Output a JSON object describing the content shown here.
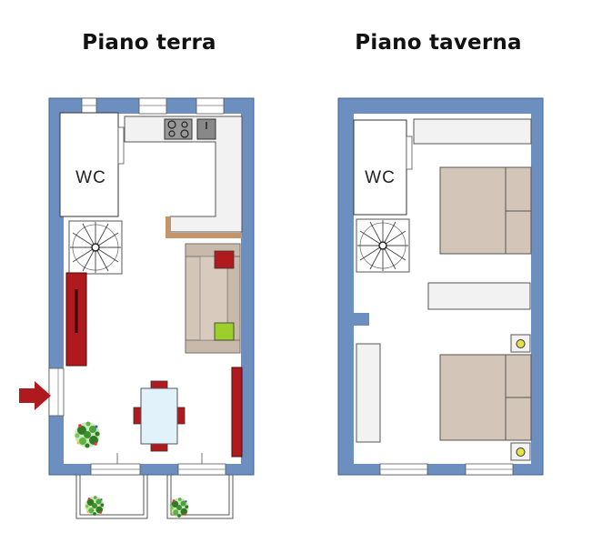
{
  "plans": [
    {
      "title": "Piano terra",
      "wc_label": "WC"
    },
    {
      "title": "Piano taverna",
      "wc_label": "WC"
    }
  ],
  "colors": {
    "wall": "#6d8fbf",
    "wall_edge": "#3b5f90",
    "furniture_beige": "#d3c5b8",
    "accent_red": "#b0191e",
    "accent_green": "#9ccf29",
    "accent_yellow": "#e9e243",
    "table_blue": "#e2f2fb",
    "counter": "#f2f2f2",
    "plant_green": "#3c8f2e"
  },
  "icons": [
    "entrance-arrow-icon",
    "spiral-staircase-icon",
    "hob-icon",
    "sink-icon",
    "plant-icon"
  ]
}
